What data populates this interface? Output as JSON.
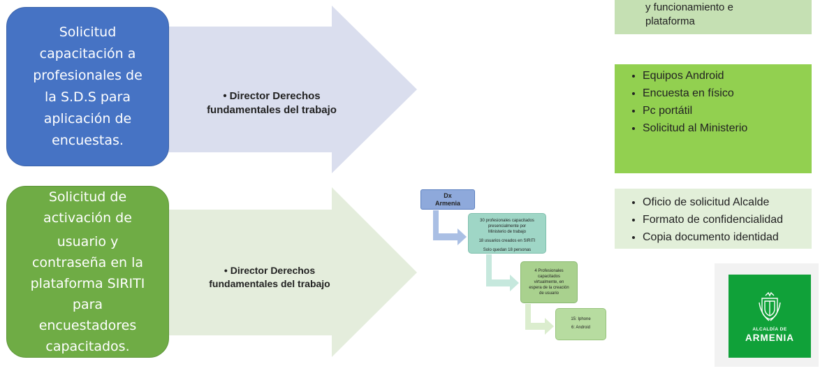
{
  "left_boxes": {
    "box1_lines": [
      "Solicitud",
      "capacitación a",
      "profesionales de",
      "la S.D.S para",
      "aplicación de",
      "encuestas."
    ],
    "box2_lines": [
      "Solicitud de",
      "activación de",
      "usuario y",
      "contraseña en la",
      "plataforma SIRITI",
      "para",
      "encuestadores",
      "capacitados."
    ]
  },
  "arrows": {
    "arrow1_line1": "Director Derechos",
    "arrow1_line2": "fundamentales del trabajo",
    "arrow2_line1": "Director Derechos",
    "arrow2_line2": "fundamentales del trabajo",
    "bullet": "•",
    "colors": {
      "arrow1": "#dadeee",
      "arrow2": "#e4eddc"
    }
  },
  "right_boxes": {
    "top_partial_lines": [
      "y funcionamiento e",
      "plataforma"
    ],
    "equipment": [
      "Equipos Android",
      "Encuesta en físico",
      "Pc portátil",
      "Solicitud al Ministerio"
    ],
    "documents": [
      "Oficio de solicitud Alcalde",
      "Formato de confidencialidad",
      "Copia documento identidad"
    ]
  },
  "flow": {
    "dx_line1": "Dx",
    "dx_line2": "Armenia",
    "step1": [
      "30 profesionales capacitados",
      "presencialmente por",
      "Ministerio de trabajo",
      "18 usuarios creados en SIRITI",
      "Solo quedan 18 personas"
    ],
    "step2": [
      "4 Profesionales",
      "capacitados",
      "virtualmente, en",
      "espera de la creación",
      "de usuario"
    ],
    "step3": [
      "15: Iphone",
      "6: Android"
    ]
  },
  "logo": {
    "line1": "ALCALDÍA DE",
    "line2": "ARMENIA"
  },
  "colors": {
    "blue_box": "#4673c4",
    "green_box": "#6fac45",
    "equipment_box": "#92d050",
    "documents_box": "#e2efd9",
    "logo_green": "#10a139"
  }
}
